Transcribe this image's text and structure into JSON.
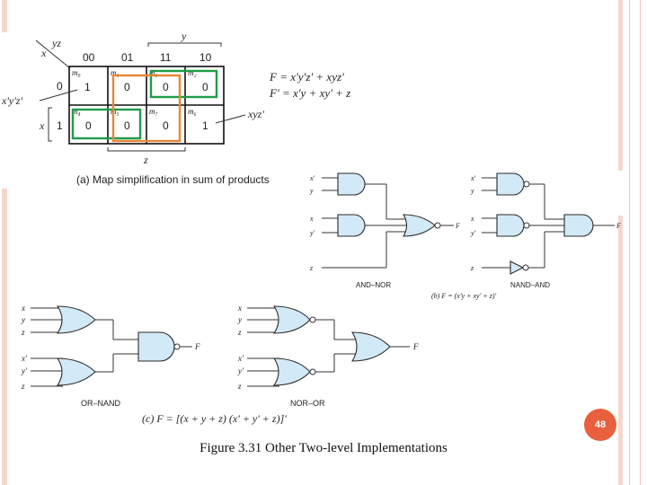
{
  "kmap": {
    "var_rows": "x",
    "var_cols": "yz",
    "col_headers": [
      "00",
      "01",
      "11",
      "10"
    ],
    "col_group_label": "y",
    "row_header_1": "1",
    "row_header_0": "0",
    "row_group_label": "x",
    "bottom_label": "z",
    "cells": [
      {
        "minterm": "m₀",
        "value": "1"
      },
      {
        "minterm": "m₁",
        "value": "0"
      },
      {
        "minterm": "m₃",
        "value": "0"
      },
      {
        "minterm": "m₂",
        "value": "0"
      },
      {
        "minterm": "m₄",
        "value": "0"
      },
      {
        "minterm": "m₅",
        "value": "0"
      },
      {
        "minterm": "m₇",
        "value": "0"
      },
      {
        "minterm": "m₆",
        "value": "1"
      }
    ],
    "left_term": "x'y'z'",
    "right_term": "xyz'",
    "eq_f": "F = x'y'z' + xyz'",
    "eq_fprime": "F' = x'y + xy' + z",
    "caption_a": "(a) Map simplification in sum of products"
  },
  "circuit_b": {
    "left_inputs": [
      "x'",
      "y",
      "x",
      "y'",
      "z"
    ],
    "right_inputs": [
      "x'",
      "y",
      "x",
      "y'",
      "z"
    ],
    "mid_output": "F",
    "right_output": "F",
    "label_left": "AND–NOR",
    "label_right": "NAND–AND",
    "caption_b": "(b) F = (x'y + xy' + z)'"
  },
  "circuit_c": {
    "left_inputs": [
      "x",
      "y",
      "z",
      "x'",
      "y'",
      "z"
    ],
    "right_inputs": [
      "x",
      "y",
      "z",
      "x'",
      "y'",
      "z"
    ],
    "left_output": "F",
    "right_output": "F",
    "label_left": "OR–NAND",
    "label_right": "NOR–OR",
    "caption_c": "(c) F = [(x + y + z) (x' + y' + z)]'"
  },
  "page_number": "48",
  "figure_caption": "Figure 3.31 Other Two-level Implementations",
  "colors": {
    "accent": "#e8603e",
    "side_bar": "#f6d7cc",
    "green_group": "#1e9c47",
    "orange_group": "#e8873a",
    "gate_fill": "#d2e9f7"
  }
}
